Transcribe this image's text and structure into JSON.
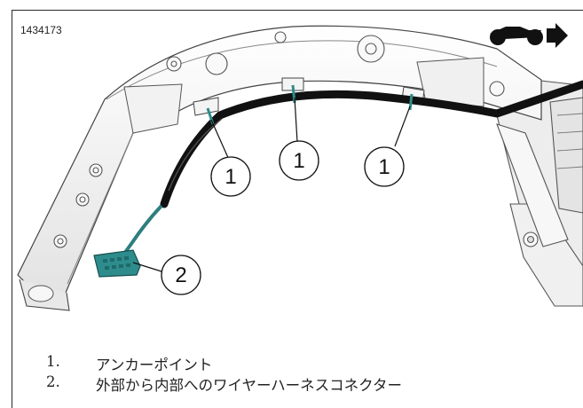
{
  "figure": {
    "id": "1434173",
    "callouts": [
      "1",
      "1",
      "1",
      "2"
    ]
  },
  "legend": [
    {
      "number": "1.",
      "label": "アンカーポイント"
    },
    {
      "number": "2.",
      "label": "外部から内部へのワイヤーハーネスコネクター"
    }
  ],
  "icons": {
    "orientation": "motorcycle-front-arrow-icon"
  },
  "colors": {
    "connector": "#2e8c8c",
    "harness": "#111111",
    "frame": "#f4f4f4"
  }
}
